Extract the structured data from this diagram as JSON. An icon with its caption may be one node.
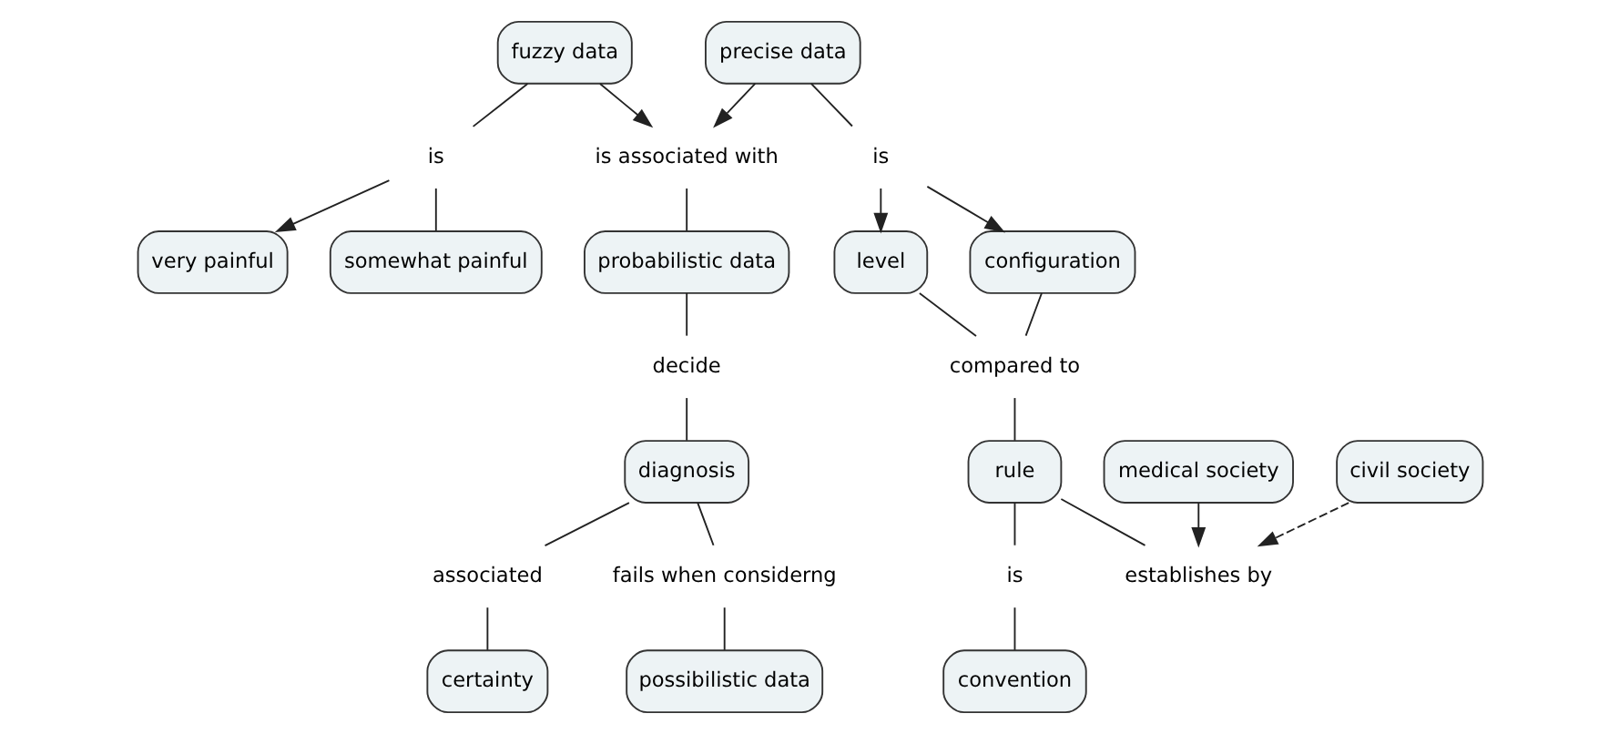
{
  "diagram": {
    "nodes": [
      {
        "text": [
          "very painful"
        ]
      },
      {
        "text": [
          "somewhat painful"
        ]
      },
      {
        "text": [
          "is"
        ]
      },
      {
        "text": [
          "fuzzy data"
        ]
      },
      {
        "text": [
          "precise data"
        ]
      },
      {
        "text": [
          "is"
        ]
      },
      {
        "text": [
          "level"
        ]
      },
      {
        "text": [
          "configuration"
        ]
      },
      {
        "text": [
          "compared to"
        ]
      },
      {
        "text": [
          "is associated with"
        ]
      },
      {
        "text": [
          "rule"
        ]
      },
      {
        "text": [
          "is"
        ]
      },
      {
        "text": [
          "convention"
        ]
      },
      {
        "text": [
          "probabilistic data"
        ]
      },
      {
        "text": [
          "establishes by"
        ]
      },
      {
        "text": [
          "medical society"
        ]
      },
      {
        "text": [
          "civil society"
        ]
      },
      {
        "text": [
          "decide"
        ]
      },
      {
        "text": [
          "diagnosis"
        ]
      },
      {
        "text": [
          "associated"
        ]
      },
      {
        "text": [
          "fails when considerng"
        ]
      },
      {
        "text": [
          "certainty"
        ]
      },
      {
        "text": [
          "possibilistic data"
        ]
      }
    ],
    "edges": [
      {
        "from": 3,
        "to": 2,
        "arrow": "none"
      },
      {
        "from": 2,
        "to": 0,
        "arrow": "to"
      },
      {
        "from": 2,
        "to": 1,
        "arrow": "none"
      },
      {
        "from": 3,
        "to": 9,
        "arrow": "to"
      },
      {
        "from": 4,
        "to": 9,
        "arrow": "to"
      },
      {
        "from": 4,
        "to": 5,
        "arrow": "none"
      },
      {
        "from": 5,
        "to": 6,
        "arrow": "to"
      },
      {
        "from": 5,
        "to": 7,
        "arrow": "to"
      },
      {
        "from": 6,
        "to": 8,
        "arrow": "none"
      },
      {
        "from": 7,
        "to": 8,
        "arrow": "none"
      },
      {
        "from": 8,
        "to": 10,
        "arrow": "none"
      },
      {
        "from": 9,
        "to": 13,
        "arrow": "none"
      },
      {
        "from": 10,
        "to": 11,
        "arrow": "none"
      },
      {
        "from": 11,
        "to": 12,
        "arrow": "none"
      },
      {
        "from": 10,
        "to": 14,
        "arrow": "none"
      },
      {
        "from": 15,
        "to": 14,
        "arrow": "to"
      },
      {
        "from": 16,
        "to": 14,
        "arrow": "to",
        "style": "dashed"
      },
      {
        "from": 13,
        "to": 17,
        "arrow": "none"
      },
      {
        "from": 17,
        "to": 18,
        "arrow": "none"
      },
      {
        "from": 18,
        "to": 19,
        "arrow": "none"
      },
      {
        "from": 19,
        "to": 21,
        "arrow": "none"
      },
      {
        "from": 18,
        "to": 20,
        "arrow": "none"
      },
      {
        "from": 20,
        "to": 22,
        "arrow": "none"
      }
    ]
  }
}
